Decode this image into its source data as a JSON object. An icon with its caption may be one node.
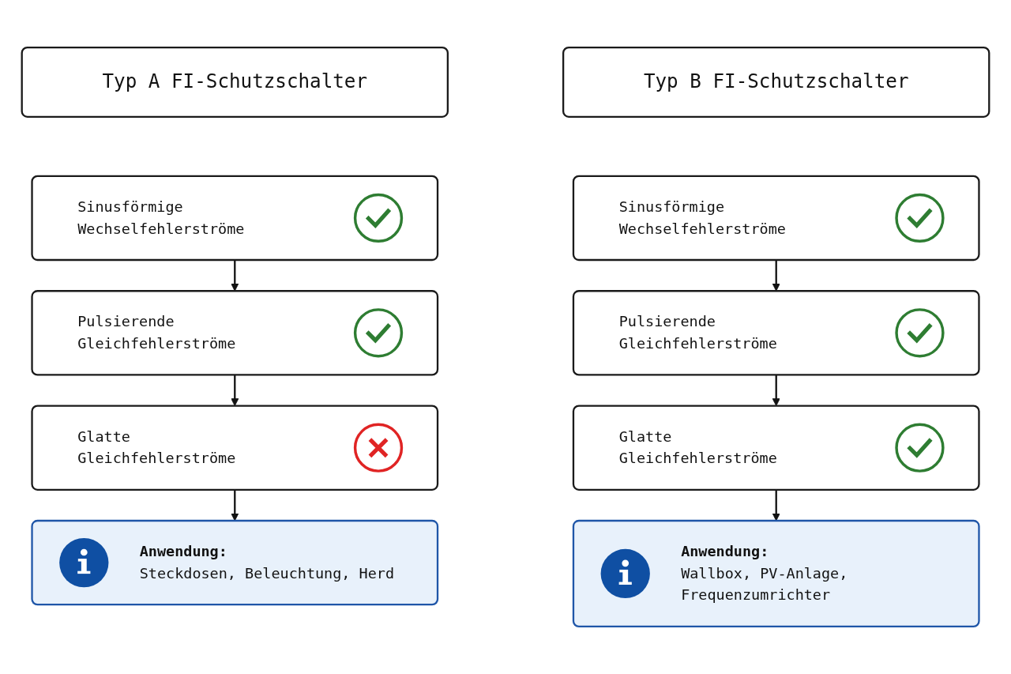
{
  "diagram": {
    "nodes": [
      {
        "text": [
          "Typ A FI-Schutzschalter"
        ]
      },
      {
        "text": [
          "Sinusförmige Wechselfehlerströme"
        ]
      },
      {
        "text": [
          "Pulsierende Gleichfehlerströme"
        ]
      },
      {
        "text": [
          "Glatte Gleichfehlerströme"
        ]
      },
      {
        "text": [
          "Anwendung:",
          "Steckdosen, Beleuchtung, Herd"
        ]
      },
      {
        "text": [
          "Typ B FI-Schutzschalter"
        ]
      },
      {
        "text": [
          "Sinusförmige Wechselfehlerströme"
        ]
      },
      {
        "text": [
          "Pulsierende Gleichfehlerströme"
        ]
      },
      {
        "text": [
          "Glatte Gleichfehlerströme"
        ]
      },
      {
        "text": [
          "Anwendung:",
          "Wallbox, PV-Anlage, Frequenzumrichter"
        ]
      }
    ],
    "edges": [
      {
        "from": 1,
        "to": 2,
        "arrow": "to"
      },
      {
        "from": 2,
        "to": 3,
        "arrow": "to"
      },
      {
        "from": 3,
        "to": 4,
        "arrow": "to"
      },
      {
        "from": 6,
        "to": 7,
        "arrow": "to"
      },
      {
        "from": 7,
        "to": 8,
        "arrow": "to"
      },
      {
        "from": 8,
        "to": 9,
        "arrow": "to"
      }
    ]
  }
}
